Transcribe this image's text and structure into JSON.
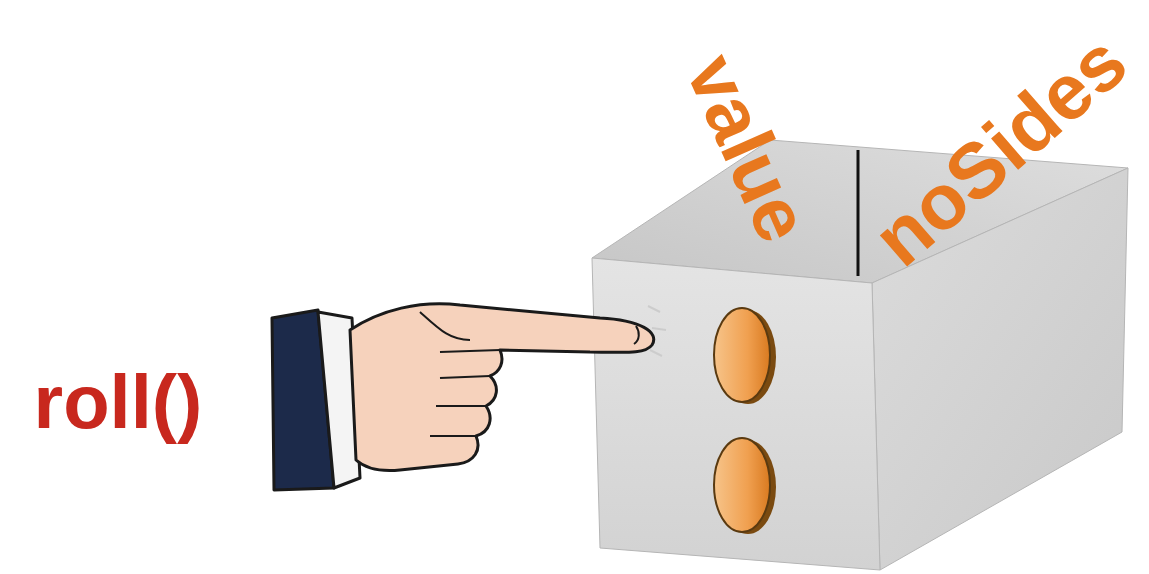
{
  "diagram": {
    "labels": [
      "roll()",
      "value",
      "noSides"
    ]
  }
}
